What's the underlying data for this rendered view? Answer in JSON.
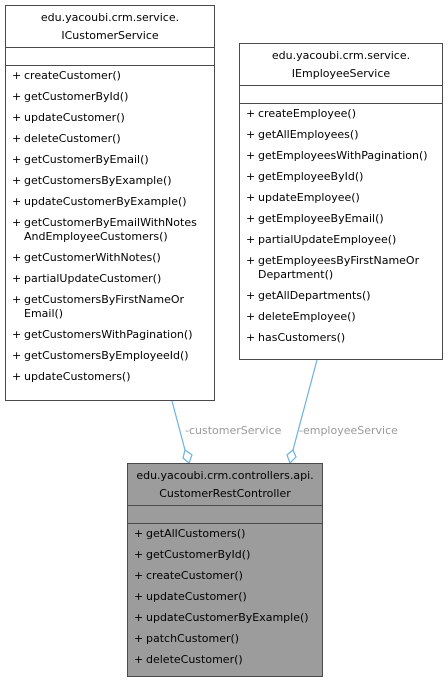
{
  "customer_service": {
    "title_line1": "edu.yacoubi.crm.service.",
    "title_line2": "ICustomerService",
    "operations": [
      {
        "vis": "+",
        "name": "createCustomer()"
      },
      {
        "vis": "+",
        "name": "getCustomerById()"
      },
      {
        "vis": "+",
        "name": "updateCustomer()"
      },
      {
        "vis": "+",
        "name": "deleteCustomer()"
      },
      {
        "vis": "+",
        "name": "getCustomerByEmail()"
      },
      {
        "vis": "+",
        "name": "getCustomersByExample()"
      },
      {
        "vis": "+",
        "name": "updateCustomerByExample()"
      },
      {
        "vis": "+",
        "name": "getCustomerByEmailWithNotes\nAndEmployeeCustomers()"
      },
      {
        "vis": "+",
        "name": "getCustomerWithNotes()"
      },
      {
        "vis": "+",
        "name": "partialUpdateCustomer()"
      },
      {
        "vis": "+",
        "name": "getCustomersByFirstNameOr\nEmail()"
      },
      {
        "vis": "+",
        "name": "getCustomersWithPagination()"
      },
      {
        "vis": "+",
        "name": "getCustomersByEmployeeId()"
      },
      {
        "vis": "+",
        "name": "updateCustomers()"
      }
    ]
  },
  "employee_service": {
    "title_line1": "edu.yacoubi.crm.service.",
    "title_line2": "IEmployeeService",
    "operations": [
      {
        "vis": "+",
        "name": "createEmployee()"
      },
      {
        "vis": "+",
        "name": "getAllEmployees()"
      },
      {
        "vis": "+",
        "name": "getEmployeesWithPagination()"
      },
      {
        "vis": "+",
        "name": "getEmployeeById()"
      },
      {
        "vis": "+",
        "name": "updateEmployee()"
      },
      {
        "vis": "+",
        "name": "getEmployeeByEmail()"
      },
      {
        "vis": "+",
        "name": "partialUpdateEmployee()"
      },
      {
        "vis": "+",
        "name": "getEmployeesByFirstNameOr\nDepartment()"
      },
      {
        "vis": "+",
        "name": "getAllDepartments()"
      },
      {
        "vis": "+",
        "name": "deleteEmployee()"
      },
      {
        "vis": "+",
        "name": "hasCustomers()"
      }
    ]
  },
  "controller": {
    "title_line1": "edu.yacoubi.crm.controllers.api.",
    "title_line2": "CustomerRestController",
    "operations": [
      {
        "vis": "+",
        "name": "getAllCustomers()"
      },
      {
        "vis": "+",
        "name": "getCustomerById()"
      },
      {
        "vis": "+",
        "name": "createCustomer()"
      },
      {
        "vis": "+",
        "name": "updateCustomer()"
      },
      {
        "vis": "+",
        "name": "updateCustomerByExample()"
      },
      {
        "vis": "+",
        "name": "patchCustomer()"
      },
      {
        "vis": "+",
        "name": "deleteCustomer()"
      }
    ]
  },
  "edges": {
    "customer_label": "-customerService",
    "employee_label": "-employeeService",
    "edge_color": "#6cb2e0",
    "label_color": "#9a9a9a"
  },
  "colors": {
    "class_fill": "#ffffff",
    "focus_fill": "#9c9c9c",
    "border": "#4a4a4a"
  }
}
